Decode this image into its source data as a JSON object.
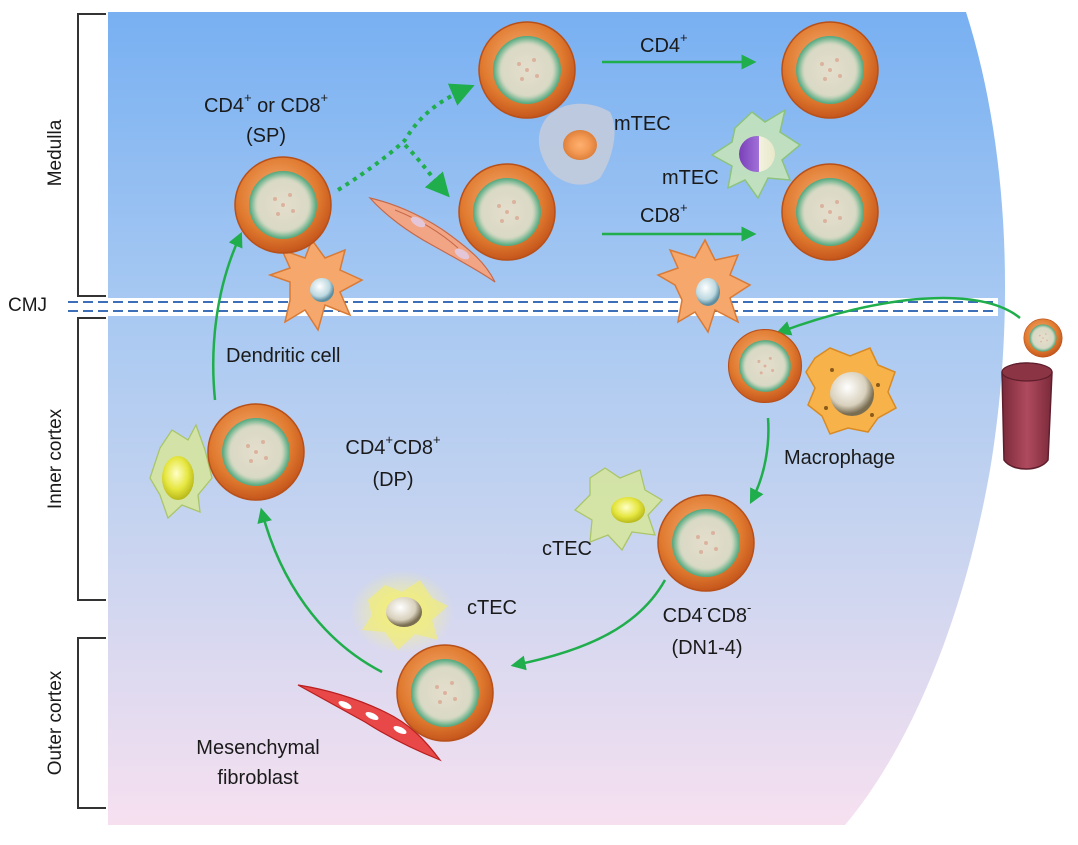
{
  "regions": {
    "medulla": "Medulla",
    "cmj": "CMJ",
    "inner_cortex": "Inner cortex",
    "outer_cortex": "Outer cortex"
  },
  "labels": {
    "sp_line1_a": "CD4",
    "sp_line1_sup_a": "+",
    "sp_line1_b": " or CD8",
    "sp_line1_sup_b": "+",
    "sp_line2": "(SP)",
    "cd4_arrow": "CD4",
    "cd4_arrow_sup": "+",
    "cd8_arrow": "CD8",
    "cd8_arrow_sup": "+",
    "mtec_upper": "mTEC",
    "mtec_lower": "mTEC",
    "dendritic": "Dendritic cell",
    "macrophage": "Macrophage",
    "dp_line1_a": "CD4",
    "dp_line1_sup_a": "+",
    "dp_line1_b": "CD8",
    "dp_line1_sup_b": "+",
    "dp_line2": "(DP)",
    "ctec_right": "cTEC",
    "ctec_lower": "cTEC",
    "dn_line1_a": "CD4",
    "dn_line1_sup_a": "-",
    "dn_line1_b": "CD8",
    "dn_line1_sup_b": "-",
    "dn_line2": "(DN1-4)",
    "mesenchymal_line1": "Mesenchymal",
    "mesenchymal_line2": "fibroblast"
  },
  "colors": {
    "medulla_top": "#7fb4f2",
    "cortex_mid": "#b6cdee",
    "cortex_bottom": "#f3dcef",
    "arrow_green": "#1fae4b",
    "cell_orange": "#e07a2f",
    "cell_nucleus": "#5fae86",
    "cmj_line": "#3d6fb8"
  }
}
